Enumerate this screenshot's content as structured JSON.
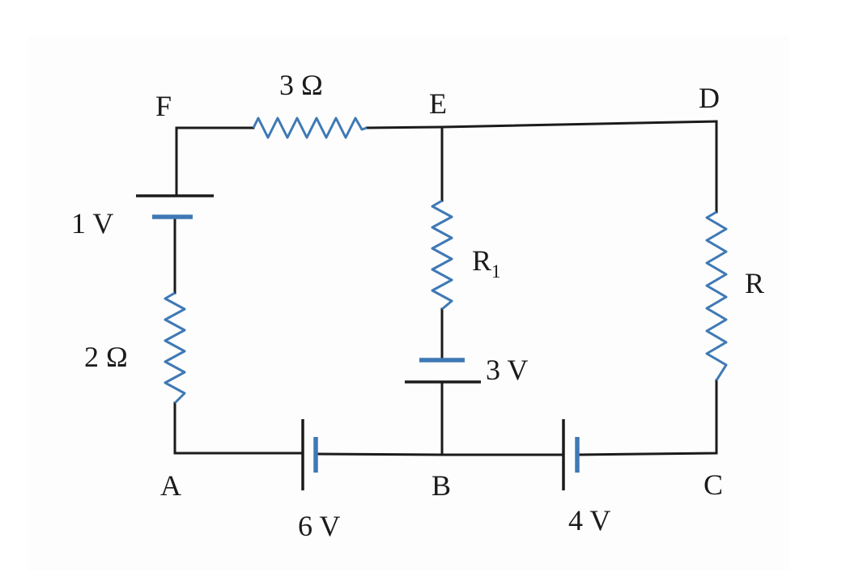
{
  "diagram": {
    "nodes": {
      "A": "A",
      "B": "B",
      "C": "C",
      "D": "D",
      "E": "E",
      "F": "F"
    },
    "components": {
      "r_fe": "3 Ω",
      "battery_f": "1 V",
      "r_left": "2 Ω",
      "battery_ab": "6 V",
      "battery_bc": "4 V",
      "r1_symbol": "R",
      "r1_subscript": "1",
      "battery_mid": "3 V",
      "r_right": "R"
    },
    "colors": {
      "wire": "#1b1b1b",
      "resistor": "#3f79b5"
    }
  }
}
